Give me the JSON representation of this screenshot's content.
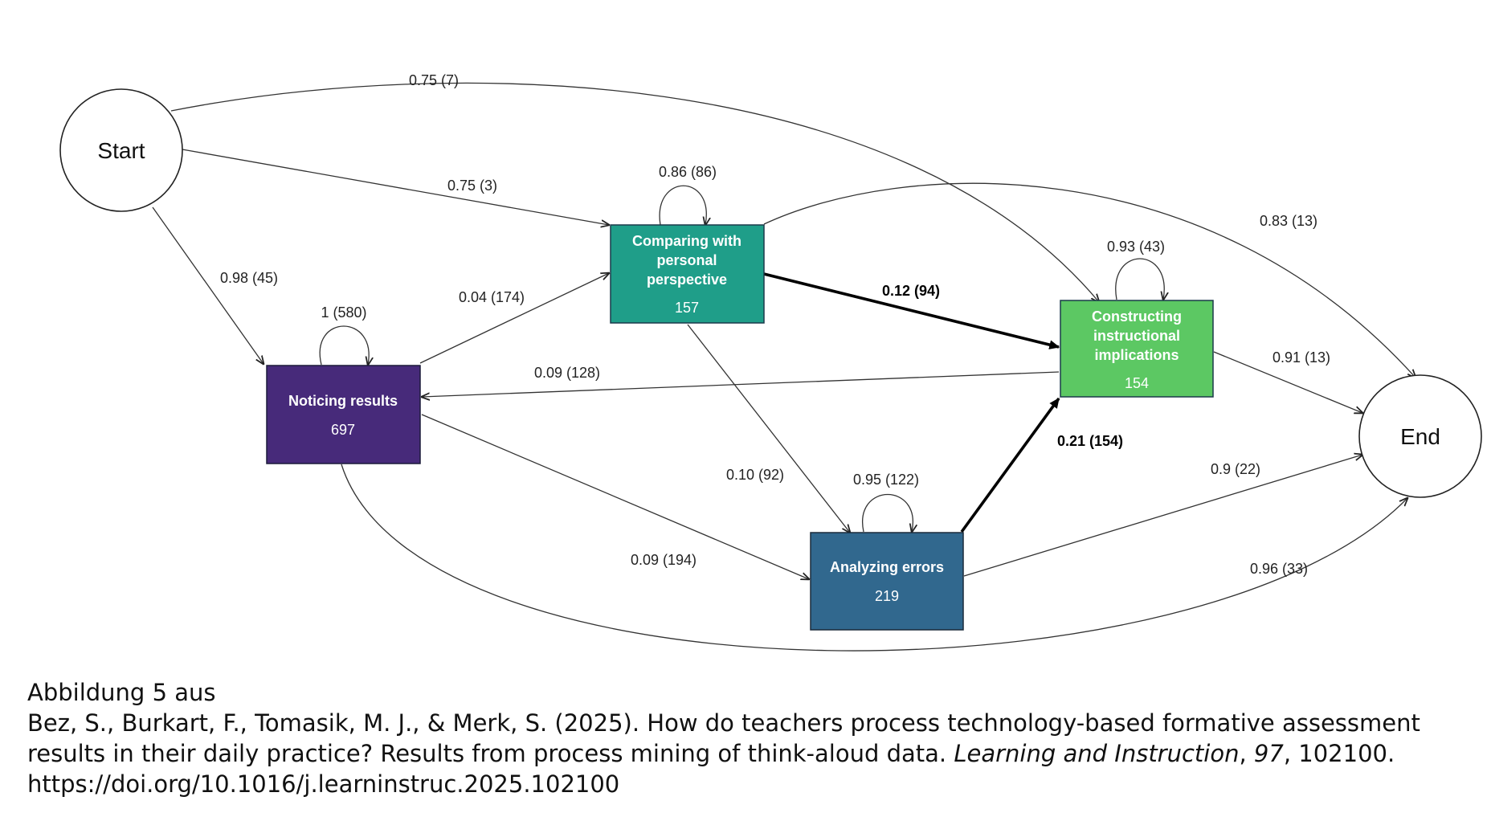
{
  "diagram": {
    "start_label": "Start",
    "end_label": "End",
    "nodes": {
      "comparing": {
        "lines": [
          "Comparing with",
          "personal",
          "perspective"
        ],
        "count": "157",
        "color": "#1f9e89"
      },
      "noticing": {
        "lines": [
          "Noticing results"
        ],
        "count": "697",
        "color": "#472a7a"
      },
      "constructing": {
        "lines": [
          "Constructing",
          "instructional",
          "implications"
        ],
        "count": "154",
        "color": "#5cc863"
      },
      "analyzing": {
        "lines": [
          "Analyzing errors"
        ],
        "count": "219",
        "color": "#31688e"
      }
    },
    "edges": {
      "start_constructing": "0.75 (7)",
      "start_comparing": "0.75 (3)",
      "start_noticing": "0.98 (45)",
      "comparing_self": "0.86 (86)",
      "comparing_end": "0.83 (13)",
      "comparing_constructing": "0.12 (94)",
      "comparing_analyzing": "0.10 (92)",
      "noticing_self": "1 (580)",
      "noticing_comparing": "0.04 (174)",
      "constructing_noticing": "0.09 (128)",
      "constructing_self": "0.93 (43)",
      "constructing_end": "0.91 (13)",
      "analyzing_constructing": "0.21 (154)",
      "analyzing_self": "0.95 (122)",
      "analyzing_end": "0.9 (22)",
      "noticing_analyzing": "0.09 (194)",
      "noticing_end": "0.96 (33)"
    }
  },
  "caption": {
    "heading": "Abbildung 5 aus",
    "text_before_journal": "Bez, S., Burkart, F., Tomasik, M. J., & Merk, S. (2025). How do teachers process technology-based formative assessment results in their daily practice? Results from process mining of think-aloud data. ",
    "journal": "Learning and Instruction",
    "sep1": ", ",
    "volume": "97",
    "text_after_volume": ", 102100. https://doi.org/10.1016/j.learninstruc.2025.102100"
  }
}
